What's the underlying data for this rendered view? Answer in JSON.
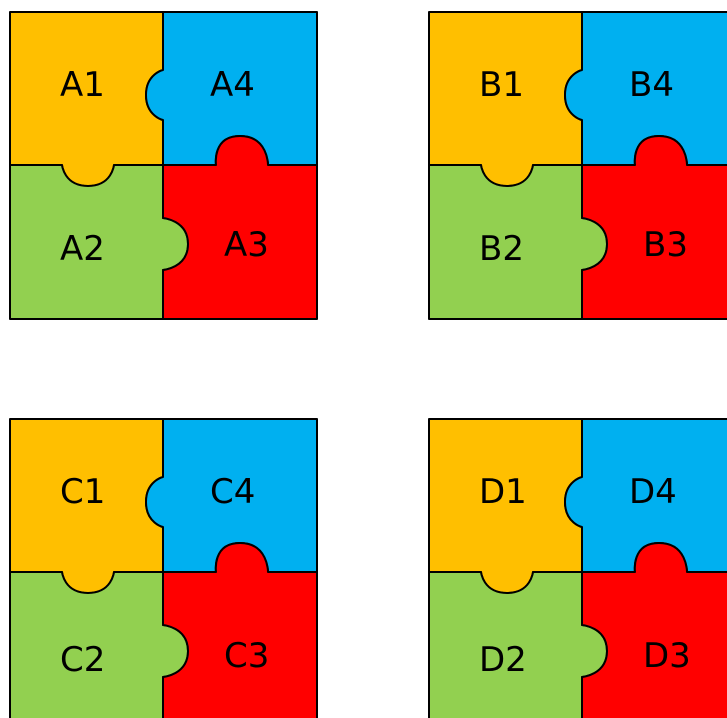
{
  "colors": {
    "piece_1": "#FFBF00",
    "piece_2": "#92D050",
    "piece_3": "#FF0000",
    "piece_4": "#00B0F0",
    "outline": "#000000",
    "background": "#FFFFFF"
  },
  "puzzles": [
    {
      "id": "A",
      "pieces": [
        {
          "position": "top-left",
          "label": "A1"
        },
        {
          "position": "bottom-left",
          "label": "A2"
        },
        {
          "position": "bottom-right",
          "label": "A3"
        },
        {
          "position": "top-right",
          "label": "A4"
        }
      ]
    },
    {
      "id": "B",
      "pieces": [
        {
          "position": "top-left",
          "label": "B1"
        },
        {
          "position": "bottom-left",
          "label": "B2"
        },
        {
          "position": "bottom-right",
          "label": "B3"
        },
        {
          "position": "top-right",
          "label": "B4"
        }
      ]
    },
    {
      "id": "C",
      "pieces": [
        {
          "position": "top-left",
          "label": "C1"
        },
        {
          "position": "bottom-left",
          "label": "C2"
        },
        {
          "position": "bottom-right",
          "label": "C3"
        },
        {
          "position": "top-right",
          "label": "C4"
        }
      ]
    },
    {
      "id": "D",
      "pieces": [
        {
          "position": "top-left",
          "label": "D1"
        },
        {
          "position": "bottom-left",
          "label": "D2"
        },
        {
          "position": "bottom-right",
          "label": "D3"
        },
        {
          "position": "top-right",
          "label": "D4"
        }
      ]
    }
  ]
}
